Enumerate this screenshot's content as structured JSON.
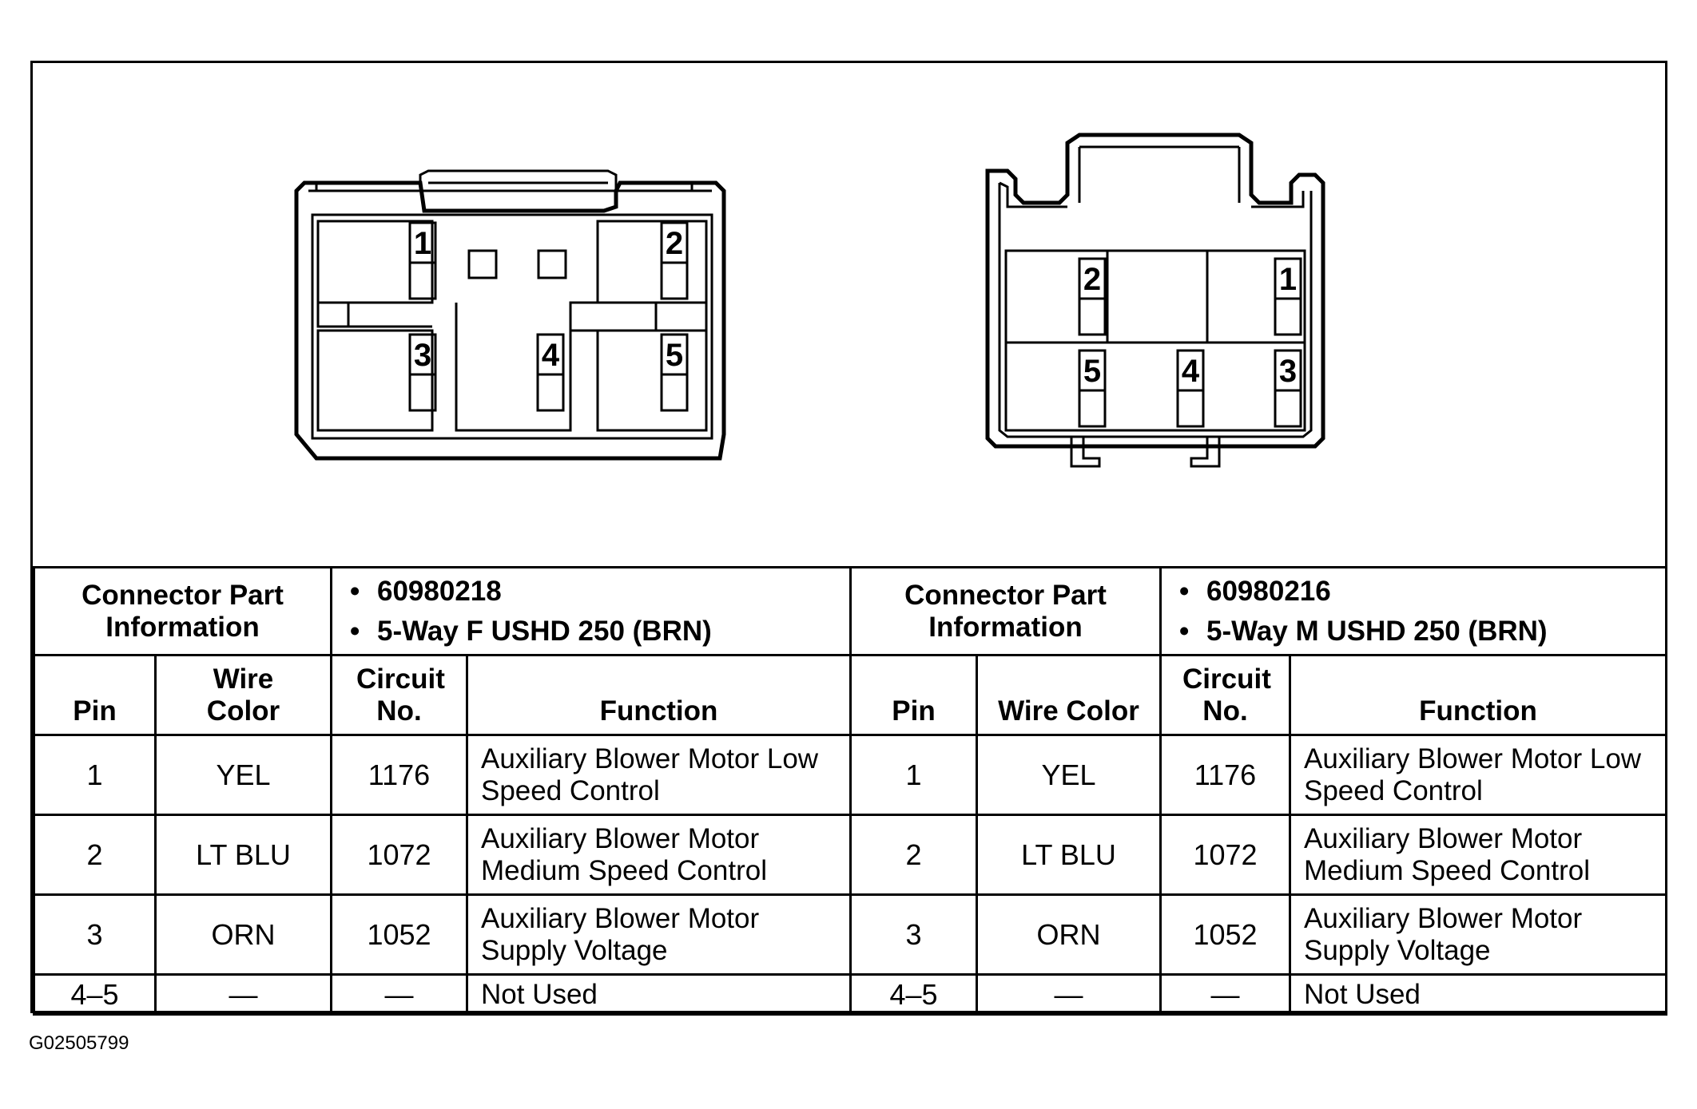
{
  "connectors": [
    {
      "info_label": "Connector Part Information",
      "part_number": "60980218",
      "description": "5-Way F USHD 250 (BRN)",
      "diagram_pins": [
        "1",
        "2",
        "3",
        "4",
        "5"
      ],
      "headers": {
        "pin": "Pin",
        "wire_color": "Wire Color",
        "circuit": "Circuit No.",
        "function": "Function"
      },
      "rows": [
        {
          "pin": "1",
          "wire_color": "YEL",
          "circuit": "1176",
          "function_l1": "Auxiliary Blower Motor Low",
          "function_l2": "Speed Control"
        },
        {
          "pin": "2",
          "wire_color": "LT BLU",
          "circuit": "1072",
          "function_l1": "Auxiliary Blower Motor",
          "function_l2": "Medium Speed Control"
        },
        {
          "pin": "3",
          "wire_color": "ORN",
          "circuit": "1052",
          "function_l1": "Auxiliary Blower Motor",
          "function_l2": "Supply Voltage"
        },
        {
          "pin": "4–5",
          "wire_color": "—",
          "circuit": "—",
          "function_l1": "Not Used",
          "function_l2": ""
        }
      ]
    },
    {
      "info_label": "Connector Part Information",
      "part_number": "60980216",
      "description": "5-Way M USHD 250 (BRN)",
      "diagram_pins": [
        "2",
        "1",
        "5",
        "4",
        "3"
      ],
      "headers": {
        "pin": "Pin",
        "wire_color": "Wire Color",
        "circuit": "Circuit No.",
        "function": "Function"
      },
      "rows": [
        {
          "pin": "1",
          "wire_color": "YEL",
          "circuit": "1176",
          "function_l1": "Auxiliary Blower Motor Low",
          "function_l2": "Speed Control"
        },
        {
          "pin": "2",
          "wire_color": "LT BLU",
          "circuit": "1072",
          "function_l1": "Auxiliary Blower Motor",
          "function_l2": "Medium Speed Control"
        },
        {
          "pin": "3",
          "wire_color": "ORN",
          "circuit": "1052",
          "function_l1": "Auxiliary Blower Motor",
          "function_l2": "Supply Voltage"
        },
        {
          "pin": "4–5",
          "wire_color": "—",
          "circuit": "—",
          "function_l1": "Not Used",
          "function_l2": ""
        }
      ]
    }
  ],
  "figure_code": "G02505799"
}
